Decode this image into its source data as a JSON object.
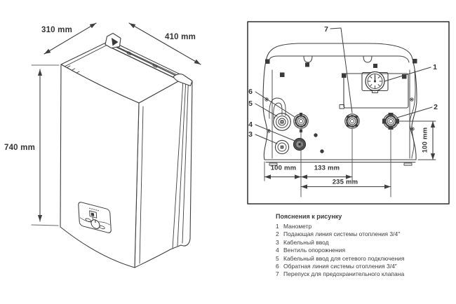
{
  "left_view": {
    "dim_depth": "310 mm",
    "dim_width": "410 mm",
    "dim_height": "740 mm"
  },
  "bottom_view": {
    "callouts": [
      "1",
      "2",
      "3",
      "4",
      "5",
      "6",
      "7"
    ],
    "dims": {
      "left": "100 mm",
      "center": "133 mm",
      "total": "235 mm",
      "side": "100 mm"
    }
  },
  "legend": {
    "title": "Пояснения к рисунку",
    "items": [
      {
        "num": "1",
        "text": "Манометр"
      },
      {
        "num": "2",
        "text": "Подающая линия системы отопления 3/4″"
      },
      {
        "num": "3",
        "text": "Кабельный ввод"
      },
      {
        "num": "4",
        "text": "Вентиль опорожнения"
      },
      {
        "num": "5",
        "text": "Кабельный ввод для сетевого подключения"
      },
      {
        "num": "6",
        "text": "Обратная линия системы отопления 3/4″"
      },
      {
        "num": "7",
        "text": "Перепуск для предохранительного клапана"
      }
    ]
  },
  "colors": {
    "line": "#3f3f3f",
    "text": "#3c3c3c"
  }
}
